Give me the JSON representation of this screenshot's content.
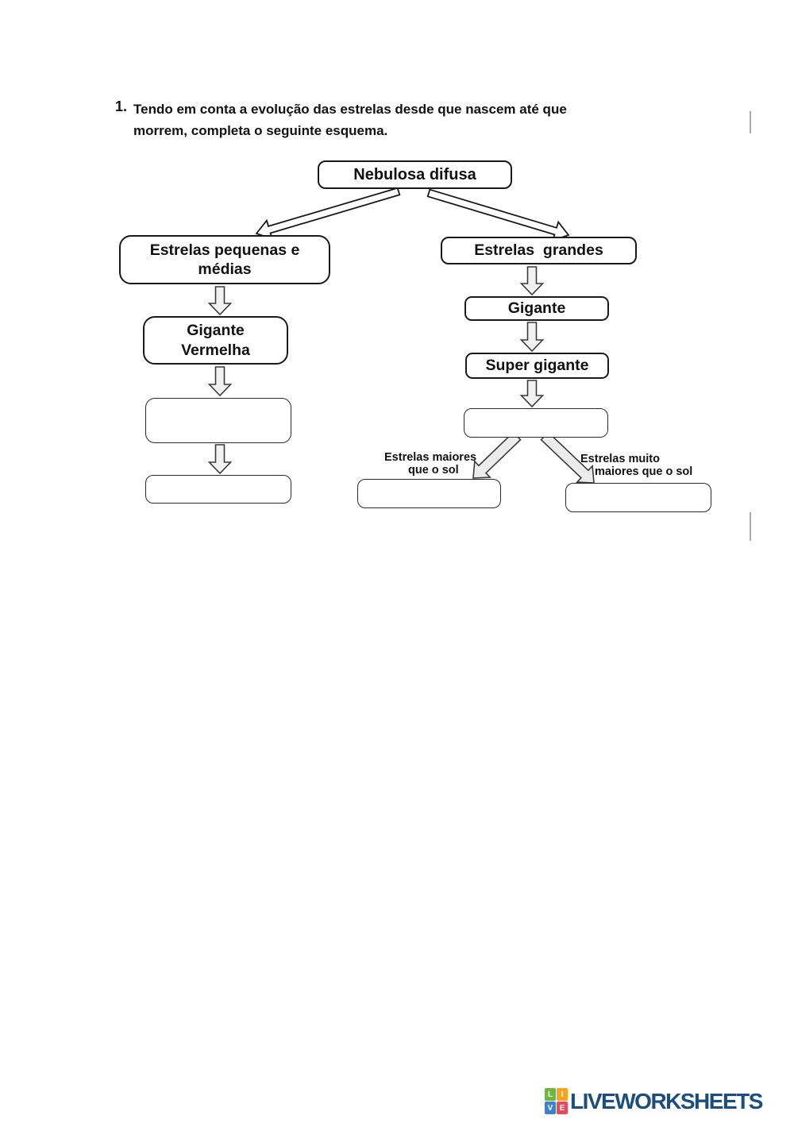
{
  "page": {
    "question_number": "1.",
    "question_text": "Tendo em conta a evolução das estrelas desde que nascem até que\nmorrem, completa o seguinte esquema."
  },
  "diagram": {
    "nodes": {
      "nebulosa": "Nebulosa difusa",
      "pequenas_medias": "Estrelas pequenas e\nmédias",
      "grandes": "Estrelas  grandes",
      "gigante_vermelha": "Gigante\nVermelha",
      "gigante": "Gigante",
      "super_gigante": "Super gigante"
    },
    "branch_labels": {
      "maiores_line1": "Estrelas maiores",
      "maiores_line2": "que o sol",
      "muito_line1": "Estrelas muito",
      "muito_line2": "maiores que o sol"
    }
  },
  "footer": {
    "brand": "LIVEWORKSHEETS",
    "icon_letters": [
      "L",
      "I",
      "V",
      "E"
    ],
    "icon_colors": [
      "#6fb53f",
      "#f6a41f",
      "#3e80cc",
      "#e9495a"
    ],
    "brand_color": "#1b4e7d"
  }
}
